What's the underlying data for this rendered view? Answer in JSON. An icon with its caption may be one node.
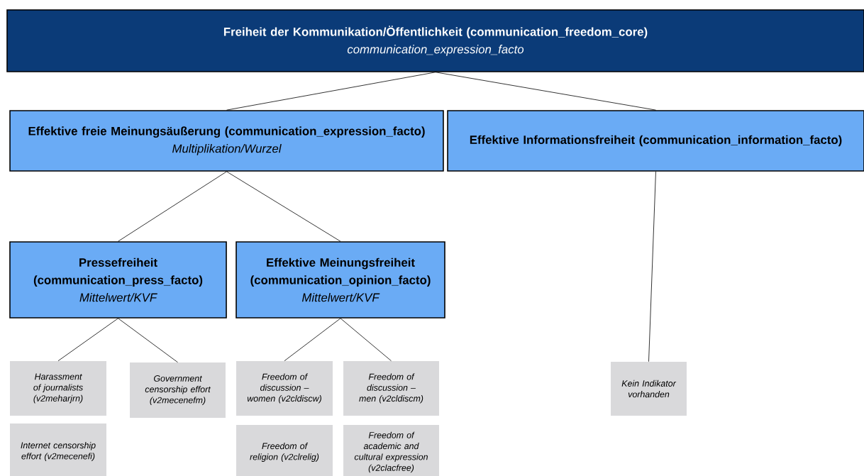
{
  "diagram": {
    "nodes": [
      {
        "text": [
          "Freiheit der Kommunikation/Öffentlichkeit (communication_freedom_core)",
          "communication_expression_facto"
        ]
      },
      {
        "text": [
          "Effektive freie Meinungsäußerung (communication_expression_facto)",
          "Multiplikation/Wurzel"
        ]
      },
      {
        "text": [
          "Effektive Informationsfreiheit (communication_information_facto)"
        ]
      },
      {
        "text": [
          "Pressefreiheit (communication_press_facto)",
          "Mittelwert/KVF"
        ]
      },
      {
        "text": [
          "Effektive Meinungsfreiheit (communication_opinion_facto)",
          "Mittelwert/KVF"
        ]
      },
      {
        "text": [
          "Harassment of journalists (v2meharjrn)"
        ]
      },
      {
        "text": [
          "Government censorship effort (v2mecenefm)"
        ]
      },
      {
        "text": [
          "Internet censorship effort (v2mecenefi)"
        ]
      },
      {
        "text": [
          "Freedom of discussion – women (v2cldiscw)"
        ]
      },
      {
        "text": [
          "Freedom of discussion – men (v2cldiscm)"
        ]
      },
      {
        "text": [
          "Freedom of religion (v2clrelig)"
        ]
      },
      {
        "text": [
          "Freedom of academic and cultural expression (v2clacfree)"
        ]
      },
      {
        "text": [
          "Kein Indikator vorhanden"
        ]
      }
    ],
    "edges": [
      {
        "from": 0,
        "to": 1,
        "arrow": "none"
      },
      {
        "from": 0,
        "to": 2,
        "arrow": "none"
      },
      {
        "from": 1,
        "to": 3,
        "arrow": "none"
      },
      {
        "from": 1,
        "to": 4,
        "arrow": "none"
      },
      {
        "from": 3,
        "to": 5,
        "arrow": "none"
      },
      {
        "from": 3,
        "to": 6,
        "arrow": "none"
      },
      {
        "from": 4,
        "to": 8,
        "arrow": "none"
      },
      {
        "from": 4,
        "to": 9,
        "arrow": "none"
      },
      {
        "from": 2,
        "to": 12,
        "arrow": "none"
      }
    ]
  }
}
